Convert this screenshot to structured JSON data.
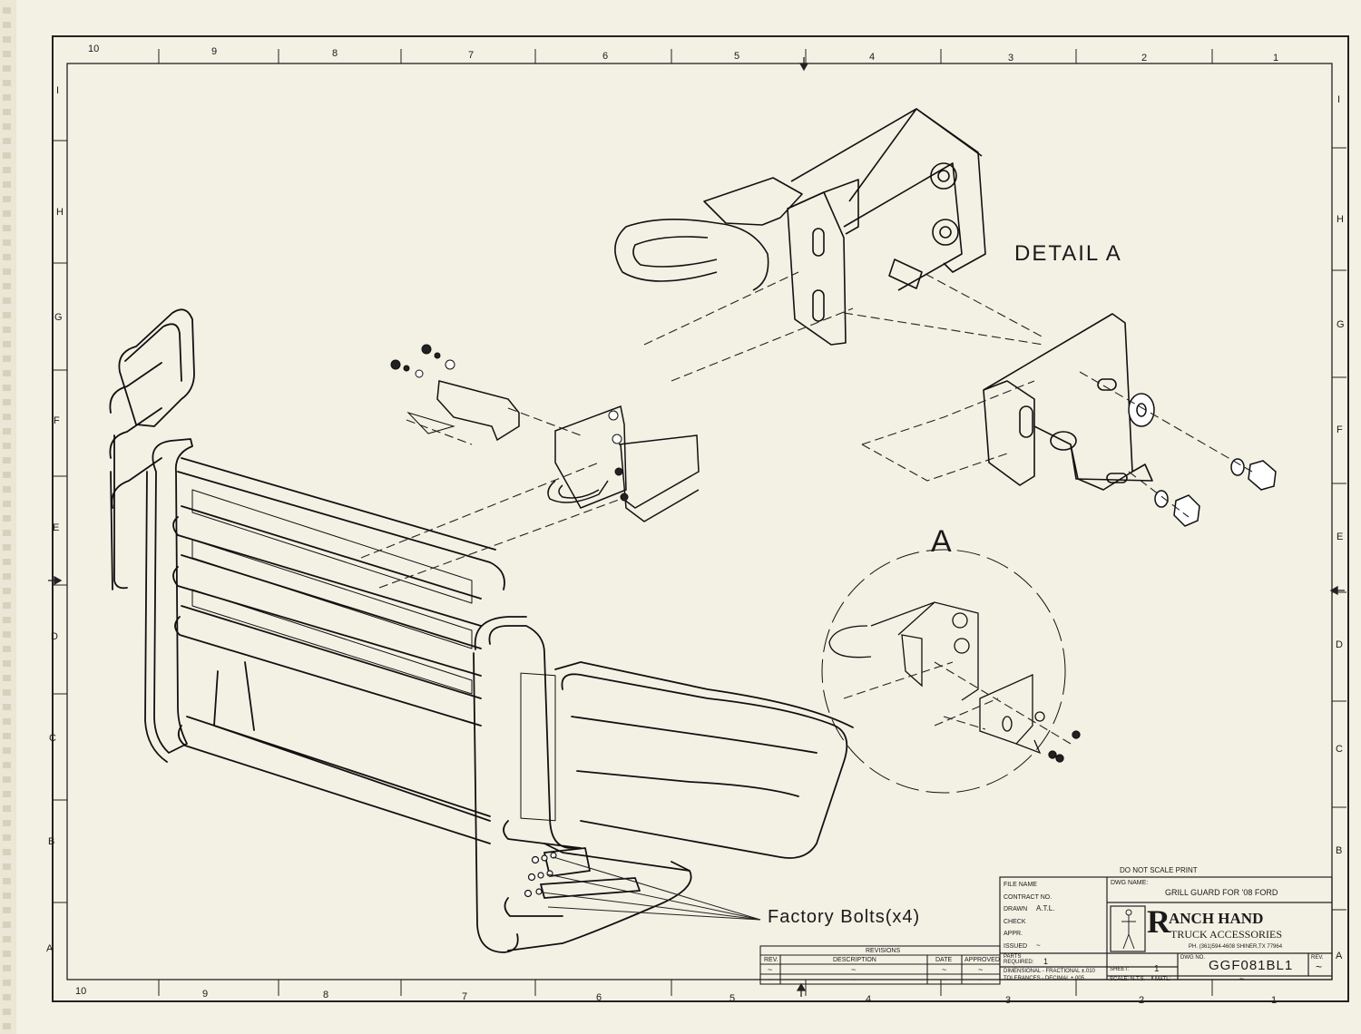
{
  "border": {
    "columns_top": [
      "10",
      "9",
      "8",
      "7",
      "6",
      "5",
      "4",
      "3",
      "2",
      "1"
    ],
    "columns_bottom": [
      "10",
      "9",
      "8",
      "7",
      "6",
      "5",
      "4",
      "3",
      "2",
      "1"
    ],
    "rows_left": [
      "I",
      "H",
      "G",
      "F",
      "E",
      "D",
      "C",
      "B",
      "A"
    ],
    "rows_right": [
      "I",
      "H",
      "G",
      "F",
      "E",
      "D",
      "C",
      "B",
      "A"
    ]
  },
  "drawing": {
    "detail_title": "DETAIL A",
    "detail_circle_label": "A",
    "callout": "Factory Bolts(x4)"
  },
  "title_block": {
    "do_not_scale": "DO NOT SCALE PRINT",
    "file_name_label": "FILE NAME",
    "contract_label": "CONTRACT NO.",
    "drawn_label": "DRAWN",
    "drawn_value": "A.T.L.",
    "check_label": "CHECK",
    "appr_label": "APPR.",
    "issued_label": "ISSUED",
    "issued_value": "~",
    "dwg_name_label": "DWG NAME:",
    "dwg_name": "GRILL GUARD FOR '08 FORD",
    "company_big": "ANCH HAND",
    "company_initial": "R",
    "company_sub": "TRUCK ACCESSORIES",
    "company_contact": "PH. (361)594-4608 SHINER,TX 77964",
    "parts_label": "PARTS REQUIRED:",
    "parts_value": "1",
    "tol_frac": "DIMENSIONAL - FRACTIONAL ±.010",
    "tol_dec": "TOLERANCES - DECIMAL ±.005",
    "sheet_label": "SHEET:",
    "sheet_value": "1",
    "scale_label": "SCALE: N.T.S.",
    "matl_label": "MATL:",
    "matl_value": "~",
    "dwg_no_label": "DWG NO.",
    "dwg_no": "GGF081BL1",
    "rev_label": "REV.",
    "rev_value": "~"
  },
  "revisions": {
    "title": "REVISIONS",
    "headers": [
      "REV.",
      "DESCRIPTION",
      "DATE",
      "APPROVED"
    ],
    "rows": [
      [
        "~",
        "~",
        "~",
        "~"
      ],
      [
        "~",
        "~",
        "~",
        "~"
      ]
    ]
  }
}
